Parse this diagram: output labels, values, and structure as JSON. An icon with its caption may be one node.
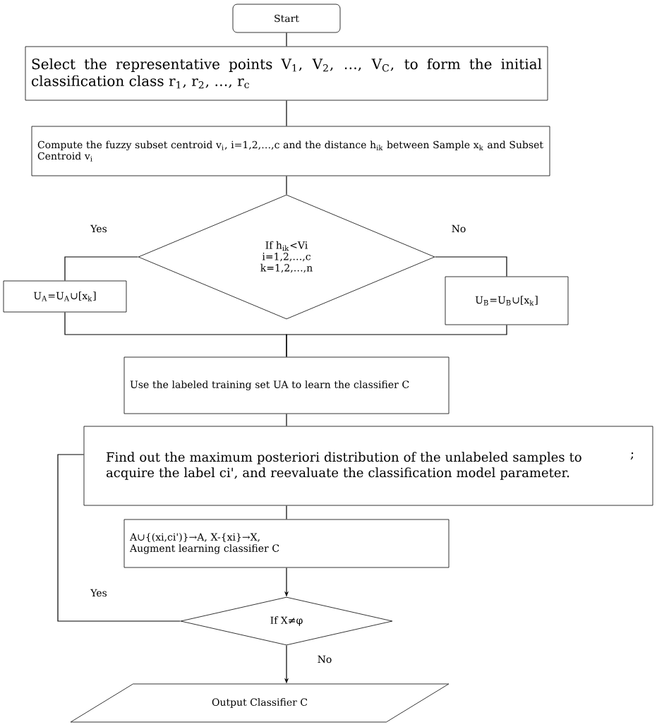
{
  "diagram": {
    "nodes": [
      {
        "text": [
          "Start"
        ]
      },
      {
        "text": [
          "Select the representative points V$_{1}$, V$_{2}$, …, V$_{C}$, to form the initial classification class r$_{1}$, r$_{2}$, …, r$_{c}$"
        ]
      },
      {
        "text": [
          "Compute the fuzzy subset centroid v$_{i}$, i=1,2,…,c and the distance h$_{ik}$ between Sample x$_{k}$ and Subset Centroid v$_{i}$"
        ]
      },
      {
        "text": [
          "If h$_{ik}$<Vi",
          "i=1,2,…,c",
          "k=1,2,…,n"
        ]
      },
      {
        "text": [
          "U$_{A}$=U$_{A}$∪[x$_{k}$]"
        ]
      },
      {
        "text": [
          "U$_{B}$=U$_{B}$∪[x$_{k}$]"
        ]
      },
      {
        "text": [
          "Use the labeled training set UA to learn the classifier C"
        ]
      },
      {
        "text": [
          "Find out the maximum posteriori distribution of the unlabeled samples to acquire the label ci', and reevaluate the classification model parameter.",
          ";"
        ]
      },
      {
        "text": [
          "A∪{(xi,ci')}→A, X-{xi}→X,",
          "Augment learning classifier C"
        ]
      },
      {
        "text": [
          "If X≠φ"
        ]
      },
      {
        "text": [
          "Output Classifier C"
        ]
      }
    ],
    "edges": [
      {
        "from": 0,
        "to": 1,
        "arrow": "none"
      },
      {
        "from": 1,
        "to": 2,
        "arrow": "none"
      },
      {
        "from": 2,
        "to": 3,
        "arrow": "none"
      },
      {
        "from": 3,
        "to": 4,
        "arrow": "none",
        "label": "Yes"
      },
      {
        "from": 3,
        "to": 5,
        "arrow": "none",
        "label": "No"
      },
      {
        "from": 4,
        "to": 6,
        "arrow": "none"
      },
      {
        "from": 5,
        "to": 6,
        "arrow": "none"
      },
      {
        "from": 6,
        "to": 7,
        "arrow": "none"
      },
      {
        "from": 7,
        "to": 8,
        "arrow": "none"
      },
      {
        "from": 8,
        "to": 9,
        "arrow": "to"
      },
      {
        "from": 9,
        "to": 7,
        "arrow": "none",
        "label": "Yes"
      },
      {
        "from": 9,
        "to": 10,
        "arrow": "to",
        "label": "No"
      }
    ]
  }
}
